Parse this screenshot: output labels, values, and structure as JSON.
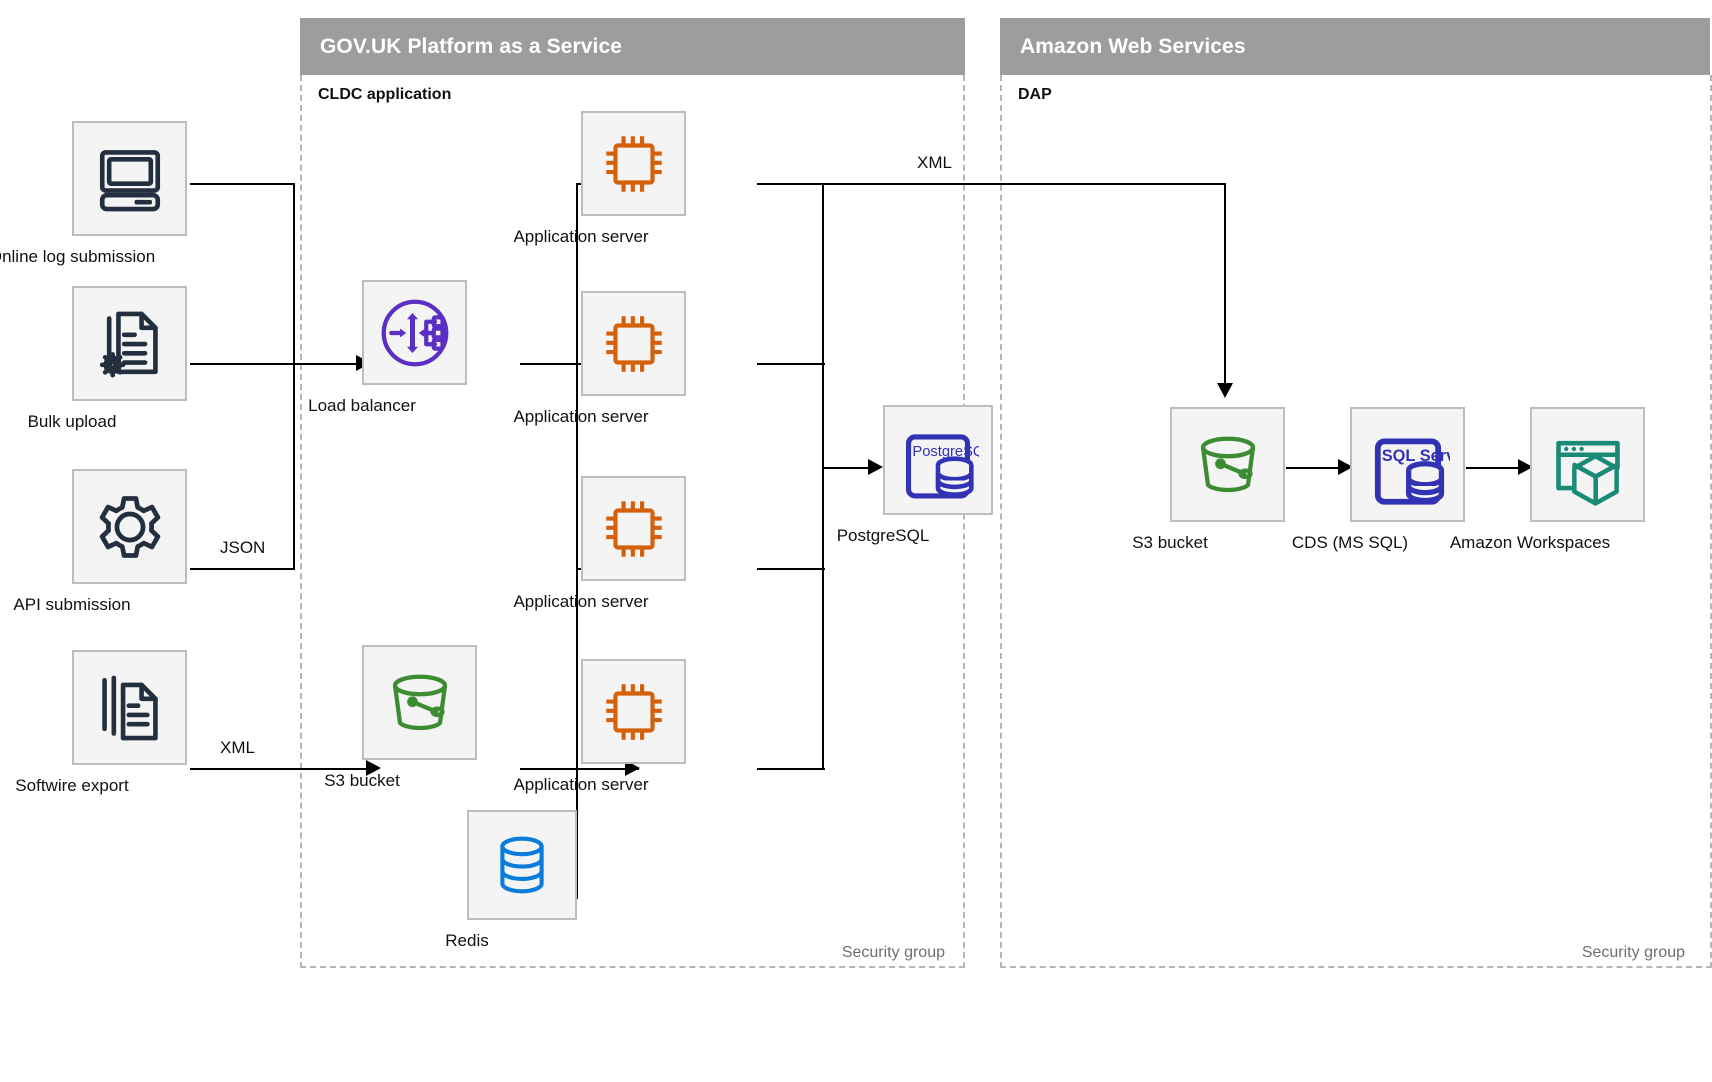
{
  "groups": [
    {
      "id": "paas",
      "title": "GOV.UK Platform as a Service",
      "sublabel": "CLDC application",
      "security_label": "Security group"
    },
    {
      "id": "aws",
      "title": "Amazon Web Services",
      "sublabel": "DAP",
      "security_label": "Security group"
    }
  ],
  "sources": [
    {
      "icon": "desktop-computer-icon",
      "label": "Online log submission"
    },
    {
      "icon": "document-gear-icon",
      "label": "Bulk upload"
    },
    {
      "icon": "gear-icon",
      "label": "API submission"
    },
    {
      "icon": "stacked-documents-icon",
      "label": "Softwire export"
    }
  ],
  "paas_nodes": {
    "load_balancer": {
      "icon": "load-balancer-icon",
      "label": "Load balancer"
    },
    "app_servers": [
      {
        "icon": "cpu-chip-icon",
        "label": "Application server"
      },
      {
        "icon": "cpu-chip-icon",
        "label": "Application server"
      },
      {
        "icon": "cpu-chip-icon",
        "label": "Application server"
      },
      {
        "icon": "cpu-chip-icon",
        "label": "Application server"
      }
    ],
    "postgres": {
      "icon": "postgresql-icon",
      "label": "PostgreSQL"
    },
    "s3": {
      "icon": "s3-bucket-icon",
      "label": "S3 bucket"
    },
    "redis": {
      "icon": "redis-database-icon",
      "label": "Redis"
    }
  },
  "aws_nodes": [
    {
      "icon": "s3-bucket-icon",
      "label": "S3 bucket"
    },
    {
      "icon": "sql-server-icon",
      "label": "CDS (MS SQL)"
    },
    {
      "icon": "amazon-workspaces-icon",
      "label": "Amazon Workspaces"
    }
  ],
  "edge_labels": {
    "api_json": "JSON",
    "softwire_xml": "XML",
    "appserver_to_s3_xml": "XML"
  },
  "colors": {
    "group_header": "#9d9d9d",
    "tile_fill": "#f4f4f4",
    "tile_border": "#bdbdbd",
    "dark_icon": "#232f3e",
    "load_balancer_purple": "#5b2ec4",
    "cpu_orange": "#d4600a",
    "postgres_blue": "#3232b4",
    "sqlserver_blue": "#3232b4",
    "bucket_green": "#3c8c32",
    "redis_blue": "#0a7cdc",
    "workspaces_teal": "#198a73",
    "line": "#000000",
    "security_text": "#6f6f6f"
  }
}
